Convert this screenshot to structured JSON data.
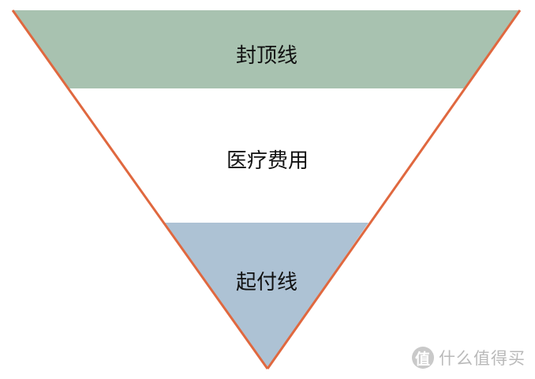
{
  "diagram": {
    "type": "inverted-triangle",
    "bands": [
      {
        "label": "封顶线",
        "fill": "#a8c2b0"
      },
      {
        "label": "医疗费用",
        "fill": "#ffffff"
      },
      {
        "label": "起付线",
        "fill": "#adc2d4"
      }
    ],
    "outline_color": "#e0683f"
  },
  "watermark": {
    "icon_glyph": "值",
    "icon_name": "smzdm-logo-icon",
    "text": "什么值得买"
  }
}
